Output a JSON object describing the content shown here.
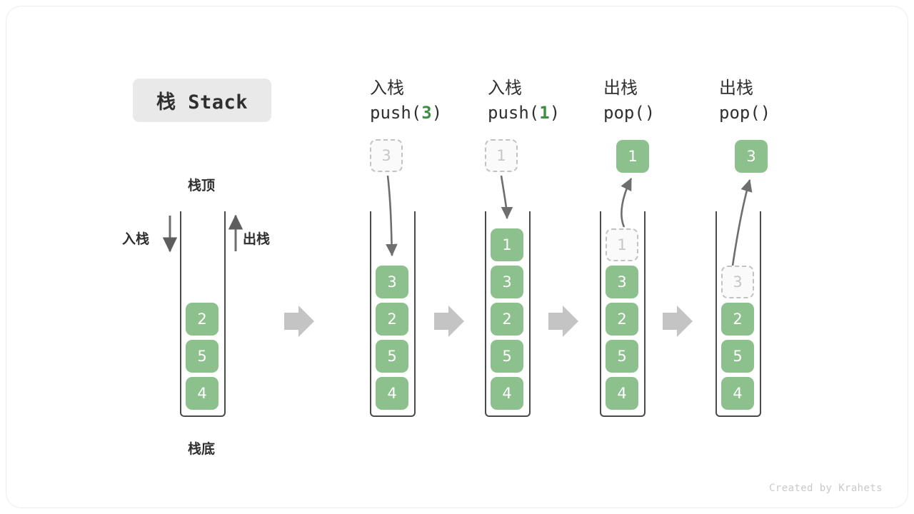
{
  "credit": "Created by Krahets",
  "title_badge": {
    "label": "栈 Stack"
  },
  "labels": {
    "top": "栈顶",
    "bottom": "栈底",
    "push_side": "入栈",
    "pop_side": "出栈"
  },
  "colors": {
    "element_fill": "#8cc08c",
    "element_text": "#ffffff",
    "ghost_fill": "#fafafa",
    "ghost_border": "#c2c2c2",
    "ghost_text": "#c6c6c6",
    "accent_green": "#3e8e41",
    "stack_border": "#4a4a4a",
    "arrow_gray": "#6e6e6e",
    "block_arrow_gray": "#c4c4c4",
    "badge_bg": "#e9e9e9",
    "text_dark": "#2f2f2f"
  },
  "columns": [
    {
      "id": "initial",
      "head_line1": "",
      "head_line2": "",
      "head_arg": "",
      "stack": [
        "2",
        "5",
        "4"
      ],
      "ghost_top": null,
      "ghost_in_stack": null,
      "floating": null
    },
    {
      "id": "push-3",
      "head_line1": "入栈",
      "head_line2_prefix": "push(",
      "head_arg": "3",
      "head_line2_suffix": ")",
      "stack": [
        "3",
        "2",
        "5",
        "4"
      ],
      "ghost_top": "3",
      "ghost_in_stack": null,
      "floating": null
    },
    {
      "id": "push-1",
      "head_line1": "入栈",
      "head_line2_prefix": "push(",
      "head_arg": "1",
      "head_line2_suffix": ")",
      "stack": [
        "1",
        "3",
        "2",
        "5",
        "4"
      ],
      "ghost_top": "1",
      "ghost_in_stack": null,
      "floating": null
    },
    {
      "id": "pop-1",
      "head_line1": "出栈",
      "head_line2_prefix": "pop(",
      "head_arg": "",
      "head_line2_suffix": ")",
      "stack": [
        "3",
        "2",
        "5",
        "4"
      ],
      "ghost_top": null,
      "ghost_in_stack": "1",
      "floating": "1"
    },
    {
      "id": "pop-2",
      "head_line1": "出栈",
      "head_line2_prefix": "pop(",
      "head_arg": "",
      "head_line2_suffix": ")",
      "stack": [
        "2",
        "5",
        "4"
      ],
      "ghost_top": null,
      "ghost_in_stack": "3",
      "floating": "3"
    }
  ],
  "separators": [
    {
      "name": "separator-1"
    },
    {
      "name": "separator-2"
    },
    {
      "name": "separator-3"
    },
    {
      "name": "separator-4"
    }
  ]
}
